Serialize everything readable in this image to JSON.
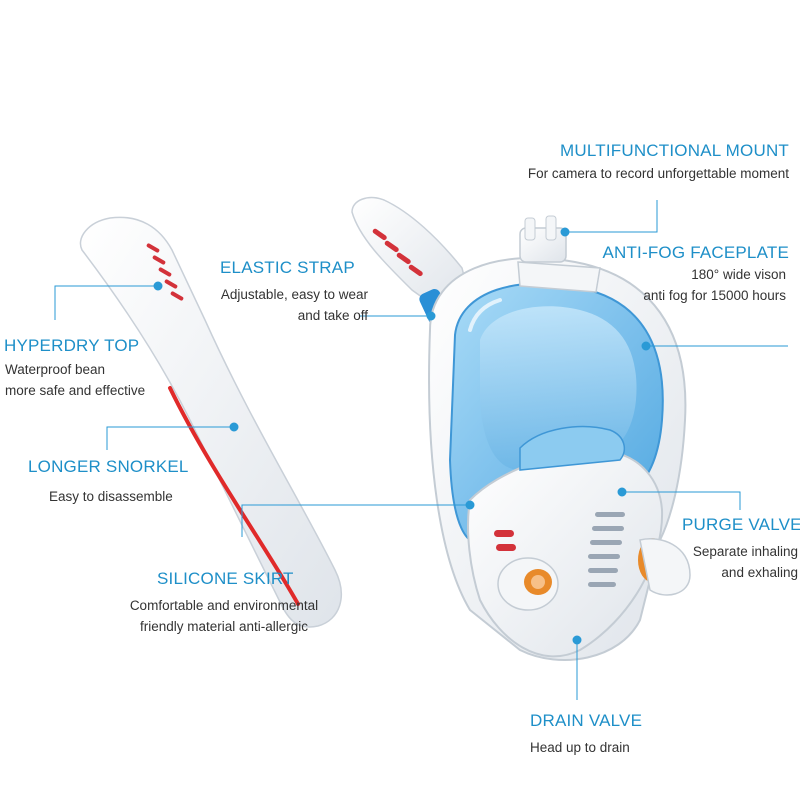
{
  "colors": {
    "accent": "#1e8fc8",
    "leader_line": "#2a9ad6",
    "mask_body": "#f4f6f8",
    "lens": "#7fc3ee",
    "snorkel_stripe": "#e02a2a",
    "valve_orange": "#e88a2a"
  },
  "callouts": {
    "mount": {
      "title": "MULTIFUNCTIONAL MOUNT",
      "desc": [
        "For camera to record unforgettable moment"
      ]
    },
    "faceplate": {
      "title": "ANTI-FOG FACEPLATE",
      "desc": [
        "180°    wide vison",
        "anti fog for 15000 hours"
      ]
    },
    "strap": {
      "title": "ELASTIC STRAP",
      "desc": [
        "Adjustable, easy to wear",
        "and take off"
      ]
    },
    "top": {
      "title": "HYPERDRY TOP",
      "desc": [
        "Waterproof bean",
        "more safe and effective"
      ]
    },
    "snorkel": {
      "title": "LONGER SNORKEL",
      "desc": [
        "Easy to disassemble"
      ]
    },
    "purge": {
      "title": "PURGE VALVE",
      "desc": [
        "Separate inhaling",
        "and exhaling"
      ]
    },
    "skirt": {
      "title": "SILICONE SKIRT",
      "desc": [
        "Comfortable and environmental",
        "friendly material anti-allergic"
      ]
    },
    "drain": {
      "title": "DRAIN VALVE",
      "desc": [
        "Head up to drain"
      ]
    }
  }
}
